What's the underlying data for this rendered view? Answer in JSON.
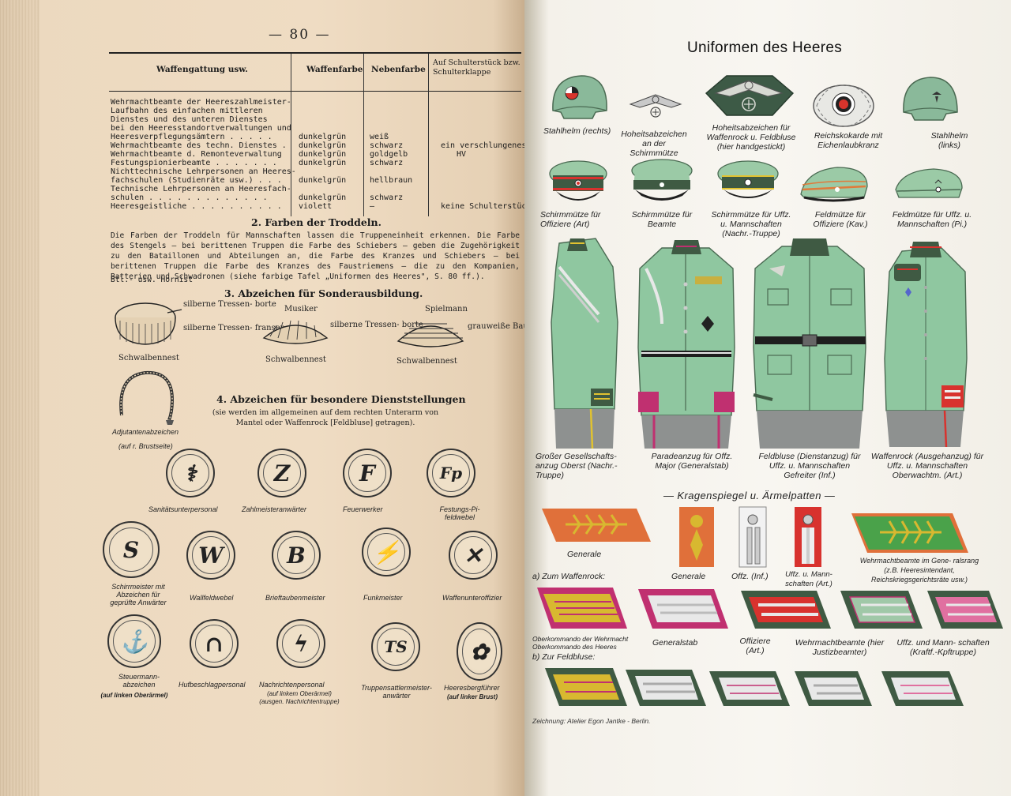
{
  "left_page": {
    "page_number": "— 80 —",
    "table": {
      "headers": [
        "Waffengattung usw.",
        "Waffenfarbe",
        "Nebenfarbe",
        "Auf Schulterstück bzw. Schulterklappe"
      ],
      "rows": [
        {
          "c1": "Wehrmachtbeamte der Heereszahlmeister-",
          "c2": "",
          "c3": "",
          "c4": ""
        },
        {
          "c1": "  Laufbahn des einfachen mittleren",
          "c2": "",
          "c3": "",
          "c4": ""
        },
        {
          "c1": "  Dienstes und des unteren Dienstes",
          "c2": "",
          "c3": "",
          "c4": ""
        },
        {
          "c1": "  bei den Heeresstandortverwaltungen und",
          "c2": "",
          "c3": "",
          "c4": ""
        },
        {
          "c1": "  Heeresverpflegungsämtern . . . . .",
          "c2": "dunkelgrün",
          "c3": "weiß",
          "c4": ""
        },
        {
          "c1": "Wehrmachtbeamte des techn. Dienstes .",
          "c2": "dunkelgrün",
          "c3": "schwarz",
          "c4": "ein verschlungenes"
        },
        {
          "c1": "Wehrmachtbeamte d. Remonteverwaltung",
          "c2": "dunkelgrün",
          "c3": "goldgelb",
          "c4": "HV"
        },
        {
          "c1": "Festungspionierbeamte . . . . . . .",
          "c2": "dunkelgrün",
          "c3": "schwarz",
          "c4": ""
        },
        {
          "c1": "Nichttechnische Lehrpersonen an Heeres-",
          "c2": "",
          "c3": "",
          "c4": ""
        },
        {
          "c1": "  fachschulen (Studienräte usw.) . . .",
          "c2": "dunkelgrün",
          "c3": "hellbraun",
          "c4": ""
        },
        {
          "c1": "Technische Lehrpersonen an Heeresfach-",
          "c2": "",
          "c3": "",
          "c4": ""
        },
        {
          "c1": "  schulen . . . . . . . . . . . . .",
          "c2": "dunkelgrün",
          "c3": "schwarz",
          "c4": ""
        },
        {
          "c1": "Heeresgeistliche . . . . . . . . . .",
          "c2": "violett",
          "c3": "—",
          "c4": "keine Schulterstücke"
        }
      ]
    },
    "section2_title": "2. Farben der Troddeln.",
    "section2_text": "Die Farben der Troddeln für Mannschaften lassen die Truppeneinheit erkennen. Die Farbe des Stengels — bei berittenen Truppen die Farbe des Schiebers — geben die Zugehörigkeit zu den Bataillonen und Abteilungen an, die Farbe des Kranzes und Schiebers — bei berittenen Truppen die Farbe des Kranzes des Faustriemens — die zu den Kompanien, Batterien und Schwadronen (siehe farbige Tafel „Uniformen des Heeres\", S. 80 ff.).",
    "section2_tail": "Btl.- usw. Hornist",
    "section3_title": "3. Abzeichen für Sonderausbildung.",
    "sonder": {
      "item1_labels": [
        "silberne Tressen- borte",
        "silberne Tressen- fransen"
      ],
      "item1_caption": "Schwalbennest",
      "item2_top": "Musiker",
      "item2_label": "silberne Tressen- borte",
      "item2_caption": "Schwalbennest",
      "item3_top": "Spielmann",
      "item3_label": "grauweiße Baumwoll- borte",
      "item3_caption": "Schwalbennest"
    },
    "adjutant_caption": "Adjutantenabzeichen",
    "adjutant_note": "(auf r. Brustseite)",
    "section4_title": "4. Abzeichen für besondere Dienststellungen",
    "section4_note": "(sie werden im allgemeinen auf dem rechten Unterarm von Mantel oder Waffenrock [Feldbluse] getragen).",
    "badges_row1": [
      {
        "glyph": "⚕",
        "caption": "Sanitätsunterpersonal"
      },
      {
        "glyph": "Z",
        "caption": "Zahlmeisteranwärter"
      },
      {
        "glyph": "F",
        "caption": "Feuerwerker"
      },
      {
        "glyph": "Fp",
        "caption": "Festungs-Pi- feldwebel"
      }
    ],
    "badges_row2": [
      {
        "glyph": "S",
        "caption": "Schirrmeister mit Abzeichen für geprüfte Anwärter"
      },
      {
        "glyph": "W",
        "caption": "Wallfeldwebel"
      },
      {
        "glyph": "B",
        "caption": "Brieftaubenmeister"
      },
      {
        "glyph": "⚡",
        "caption": "Funkmeister"
      },
      {
        "glyph": "✕",
        "caption": "Waffenunteroffizier"
      }
    ],
    "badges_row3": [
      {
        "glyph": "⚓",
        "caption": "Steuermann- abzeichen",
        "note": "(auf linken Oberärmel)"
      },
      {
        "glyph": "∩",
        "caption": "Hufbeschlagpersonal",
        "note": ""
      },
      {
        "glyph": "ϟ",
        "caption": "Nachrichtenpersonal",
        "note": "(auf linkem Oberärmel) (ausgen. Nachrichtentruppe)"
      },
      {
        "glyph": "TS",
        "caption": "Truppensattlermeister- anwärter",
        "note": ""
      },
      {
        "glyph": "✿",
        "caption": "Heeresbergführer",
        "note": "(auf linker Brust)"
      }
    ]
  },
  "right_page": {
    "title": "Uniformen des Heeres",
    "row1_captions": [
      {
        "text": "Stahlhelm (rechts)"
      },
      {
        "text": "Hoheitsabzeichen an der Schirmmütze"
      },
      {
        "text": "Hoheitsabzeichen für Waffenrock u. Feldbluse (hier handgestickt)"
      },
      {
        "text": "Reichskokarde mit Eichenlaubkranz"
      },
      {
        "text": "Stahlhelm (links)"
      }
    ],
    "row2_captions": [
      {
        "text": "Schirmmütze für Offiziere (Art)"
      },
      {
        "text": "Schirmmütze für Beamte"
      },
      {
        "text": "Schirmmütze für Uffz. u. Mannschaften (Nachr.-Truppe)"
      },
      {
        "text": "Feldmütze für Offiziere (Kav.)"
      },
      {
        "text": "Feldmütze für Uffz. u. Mannschaften (Pi.)"
      }
    ],
    "row3_captions": [
      {
        "text": "Großer Gesellschafts- anzug Oberst (Nachr.-Truppe)"
      },
      {
        "text": "Paradeanzug für Offz. Major (Generalstab)"
      },
      {
        "text": "Feldbluse (Dienstanzug) für Uffz. u. Mannschaften Gefreiter (Inf.)"
      },
      {
        "text": "Waffenrock (Ausgehanzug) für Uffz. u. Mannschaften Oberwachtm. (Art.)"
      }
    ],
    "section_title": "— Kragenspiegel u. Ärmelpatten —",
    "patch_row1_captions": [
      {
        "text": "Generale"
      },
      {
        "text": "Generale"
      },
      {
        "text": "Offz. (Inf.)"
      },
      {
        "text": "Uffz. u. Mann- schaften (Art.)"
      },
      {
        "text": "Wehrmachtbeamte im Gene- ralsrang (z.B. Heeresintendant, Reichskriegsgerichtsräte usw.)"
      }
    ],
    "label_waffenrock": "a) Zum Waffenrock:",
    "patch_row2_captions": [
      {
        "text": "Oberkommando der Wehrmacht Oberkommando des Heeres"
      },
      {
        "text": "Generalstab"
      },
      {
        "text": "Offiziere (Art.)"
      },
      {
        "text": "Wehrmachtbeamte (hier Justizbeamter)"
      },
      {
        "text": "Uffz. und Mann- schaften (Kraftf.-Kpftruppe)"
      }
    ],
    "label_feldbluse": "b) Zur Feldbluse:",
    "credit": "Zeichnung: Atelier Egon Jantke - Berlin."
  },
  "colors": {
    "feldgrau": "#8fc7a0",
    "dark_green": "#3f5a43",
    "general_red": "#e0703a",
    "gold": "#d8b830",
    "artillery_red": "#d8322e",
    "generalstab_crimson": "#c03070",
    "trouser_grey": "#8e9190"
  }
}
